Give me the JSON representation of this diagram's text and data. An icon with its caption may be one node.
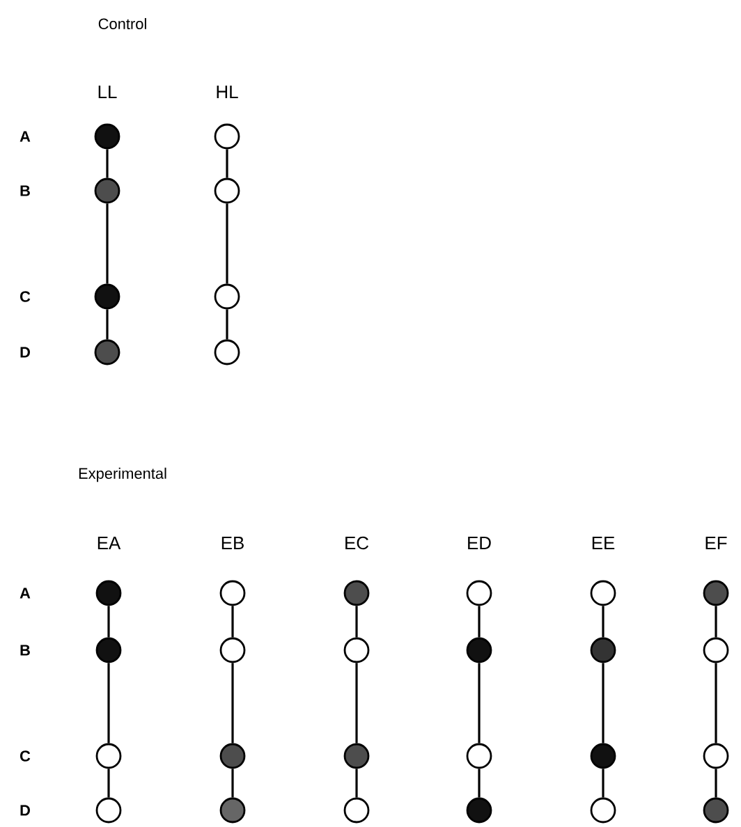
{
  "diagram": {
    "nodes": [
      {
        "text": [],
        "shape": "circle"
      },
      {
        "text": [],
        "shape": "circle"
      },
      {
        "text": [],
        "shape": "circle"
      },
      {
        "text": [],
        "shape": "circle"
      },
      {
        "text": [],
        "shape": "circle"
      },
      {
        "text": [],
        "shape": "circle"
      },
      {
        "text": [],
        "shape": "circle"
      },
      {
        "text": [],
        "shape": "circle"
      },
      {
        "text": [],
        "shape": "circle"
      },
      {
        "text": [],
        "shape": "circle"
      },
      {
        "text": [],
        "shape": "circle"
      },
      {
        "text": [],
        "shape": "circle"
      },
      {
        "text": [],
        "shape": "circle"
      },
      {
        "text": [],
        "shape": "circle"
      },
      {
        "text": [],
        "shape": "circle"
      },
      {
        "text": [],
        "shape": "circle"
      },
      {
        "text": [],
        "shape": "circle"
      },
      {
        "text": [],
        "shape": "circle"
      },
      {
        "text": [],
        "shape": "circle"
      },
      {
        "text": [],
        "shape": "circle"
      },
      {
        "text": [],
        "shape": "circle"
      },
      {
        "text": [],
        "shape": "circle"
      },
      {
        "text": [],
        "shape": "circle"
      },
      {
        "text": [],
        "shape": "circle"
      },
      {
        "text": [],
        "shape": "circle"
      },
      {
        "text": [],
        "shape": "circle"
      },
      {
        "text": [],
        "shape": "circle"
      },
      {
        "text": [],
        "shape": "circle"
      },
      {
        "text": [],
        "shape": "circle"
      },
      {
        "text": [],
        "shape": "circle"
      },
      {
        "text": [],
        "shape": "circle"
      },
      {
        "text": [],
        "shape": "circle"
      }
    ],
    "edges": [
      {
        "from": 0,
        "to": 1,
        "arrow": "none"
      },
      {
        "from": 1,
        "to": 2,
        "arrow": "none"
      },
      {
        "from": 2,
        "to": 3,
        "arrow": "none"
      },
      {
        "from": 4,
        "to": 5,
        "arrow": "none"
      },
      {
        "from": 5,
        "to": 6,
        "arrow": "none"
      },
      {
        "from": 6,
        "to": 7,
        "arrow": "none"
      },
      {
        "from": 8,
        "to": 9,
        "arrow": "none"
      },
      {
        "from": 9,
        "to": 10,
        "arrow": "none"
      },
      {
        "from": 10,
        "to": 11,
        "arrow": "none"
      },
      {
        "from": 12,
        "to": 13,
        "arrow": "none"
      },
      {
        "from": 13,
        "to": 14,
        "arrow": "none"
      },
      {
        "from": 14,
        "to": 15,
        "arrow": "none"
      },
      {
        "from": 16,
        "to": 17,
        "arrow": "none"
      },
      {
        "from": 17,
        "to": 18,
        "arrow": "none"
      },
      {
        "from": 18,
        "to": 19,
        "arrow": "none"
      },
      {
        "from": 20,
        "to": 21,
        "arrow": "none"
      },
      {
        "from": 21,
        "to": 22,
        "arrow": "none"
      },
      {
        "from": 22,
        "to": 23,
        "arrow": "none"
      },
      {
        "from": 24,
        "to": 25,
        "arrow": "none"
      },
      {
        "from": 25,
        "to": 26,
        "arrow": "none"
      },
      {
        "from": 26,
        "to": 27,
        "arrow": "none"
      },
      {
        "from": 28,
        "to": 29,
        "arrow": "none"
      },
      {
        "from": 29,
        "to": 30,
        "arrow": "none"
      },
      {
        "from": 30,
        "to": 31,
        "arrow": "none"
      }
    ],
    "labels": [
      "Control",
      "LL",
      "HL",
      "A",
      "B",
      "C",
      "D",
      "Experimental",
      "EA",
      "EB",
      "EC",
      "ED",
      "EE",
      "EF",
      "A",
      "B",
      "C",
      "D"
    ]
  }
}
